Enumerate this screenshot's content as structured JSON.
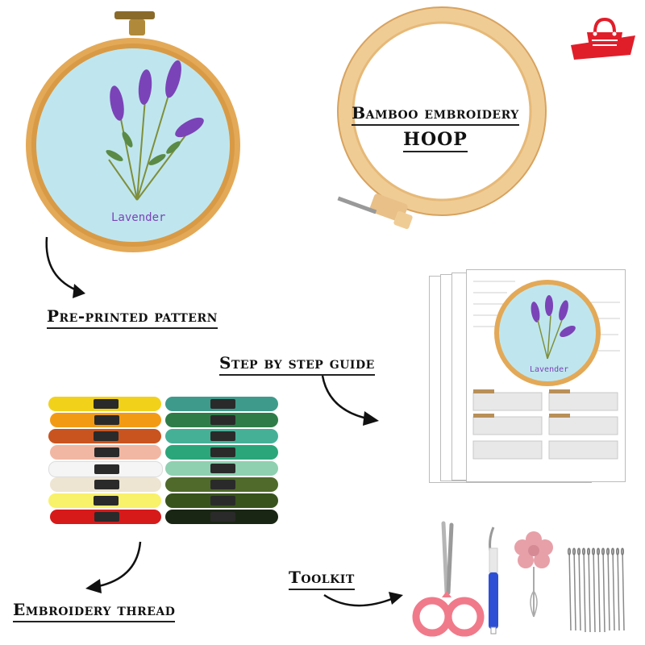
{
  "labels": {
    "hoop_line1": "Bamboo embroidery",
    "hoop_line2": "HOOP",
    "pattern": "Pre-printed pattern",
    "guide": "Step by step guide",
    "thread": "Embroidery thread",
    "toolkit": "Toolkit"
  },
  "hoop_text": "Lavender",
  "guide_hoop_text": "Lavender",
  "icons": [
    "shopping-bag-icon"
  ],
  "colors": {
    "fabric": "#bfe6ee",
    "hoop": "#e0a85a",
    "bag": "#e01e2a",
    "lavender": "#7b43b8"
  },
  "thread_colors_left": [
    "#f2d11a",
    "#f39a14",
    "#c9541f",
    "#f1b7a3",
    "#f5f5f5",
    "#ede4d2",
    "#f8f16a",
    "#d61a1a"
  ],
  "thread_colors_right": [
    "#3e9b8b",
    "#2e7d48",
    "#46b097",
    "#2aa67a",
    "#8ed0b0",
    "#4f6a2a",
    "#38531c",
    "#1a2614"
  ]
}
